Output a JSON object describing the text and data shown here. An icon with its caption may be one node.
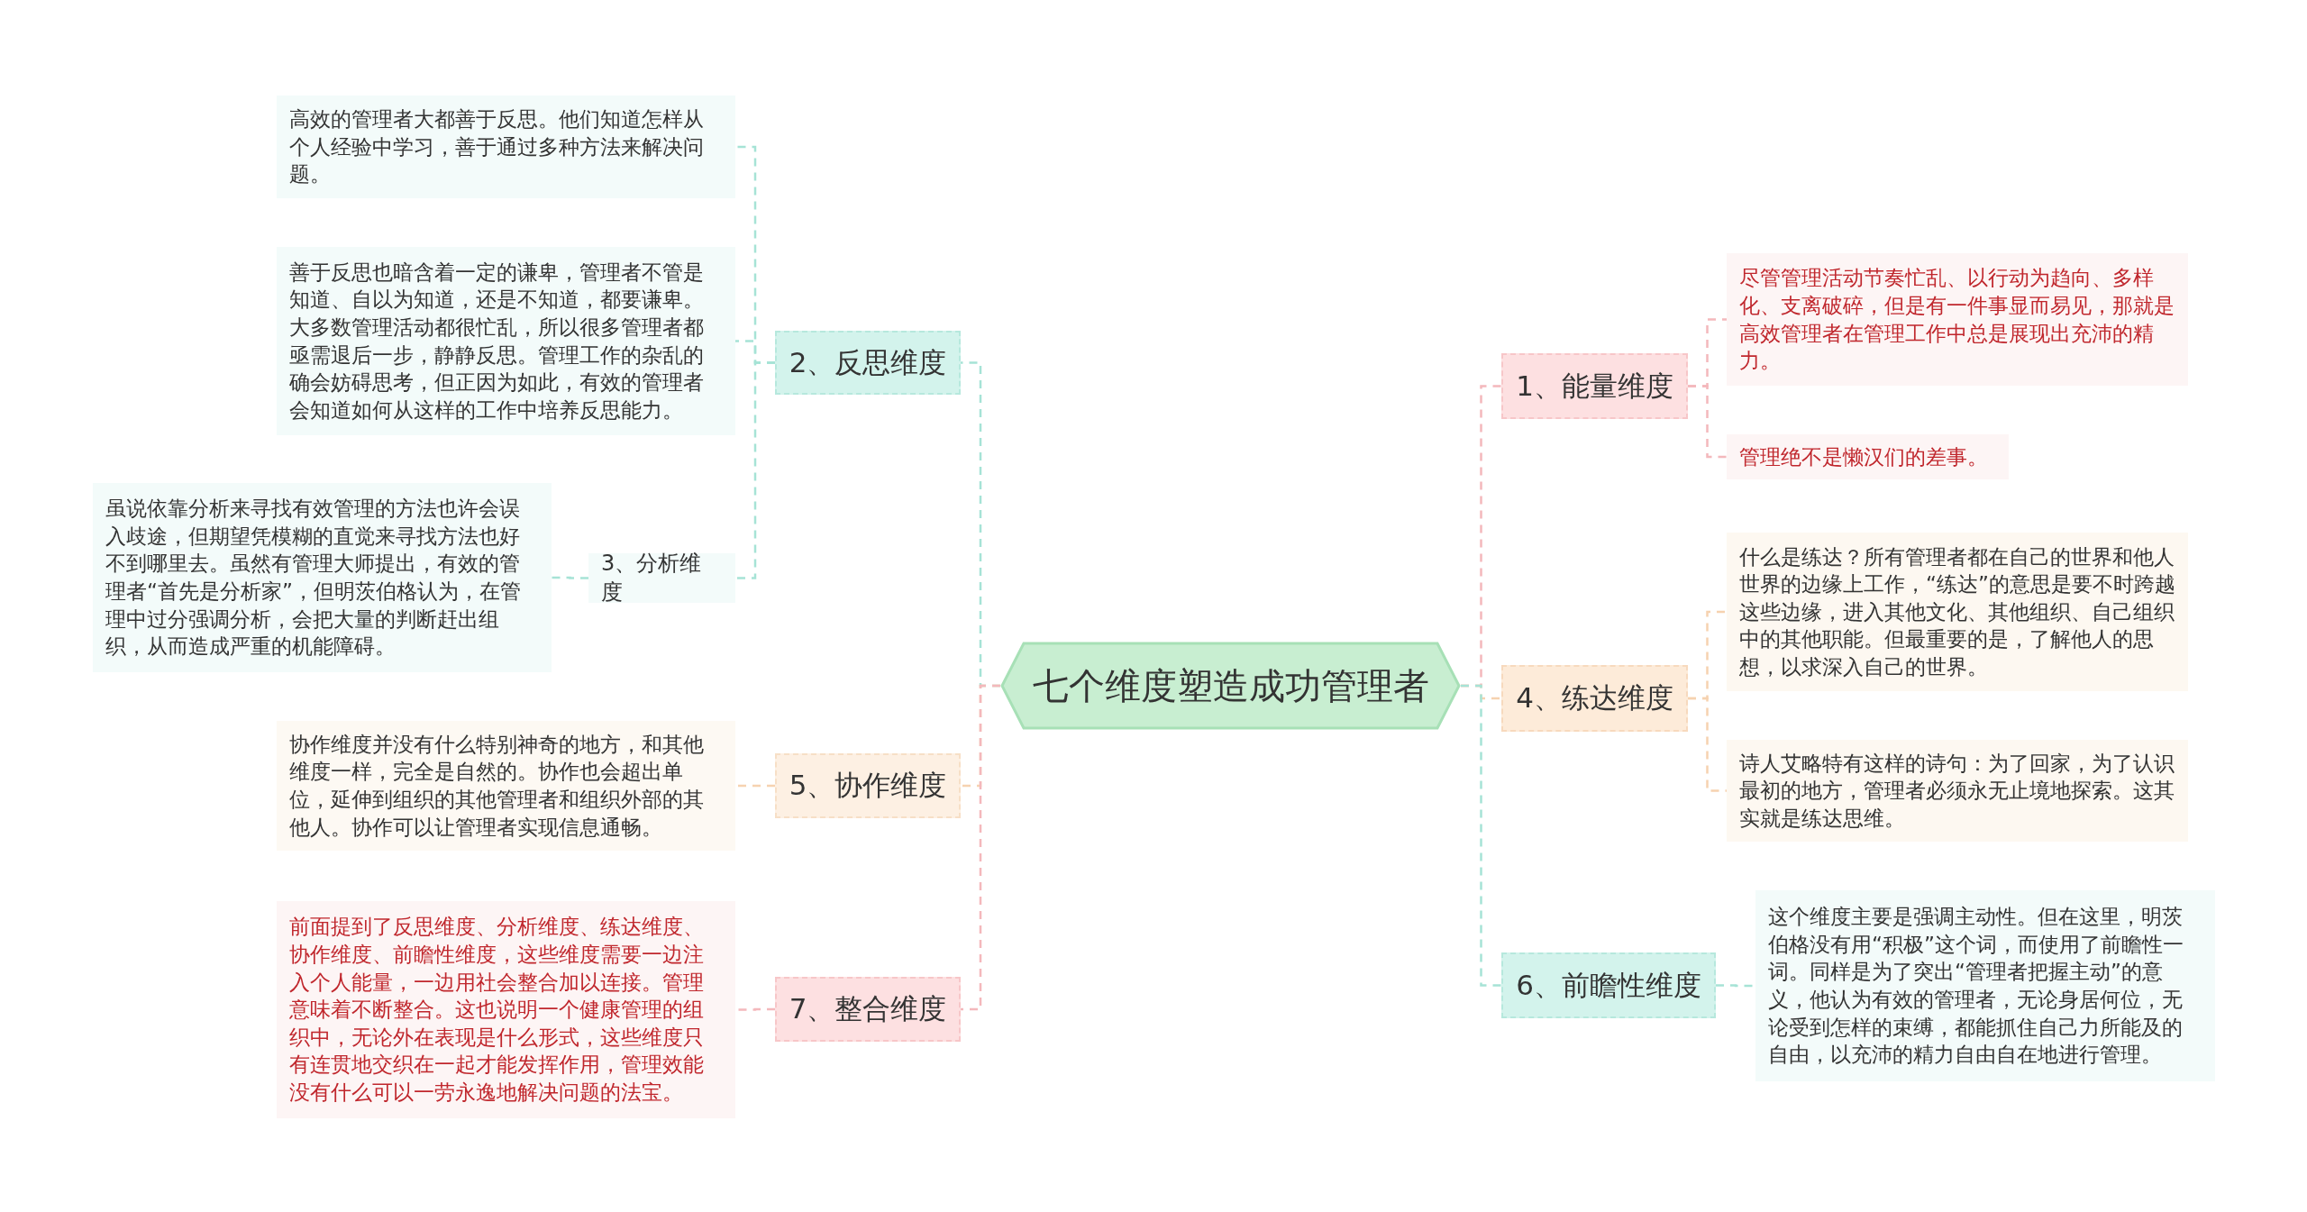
{
  "diagram": {
    "nodes": [
      {
        "text": [
          "七个维度塑造成功管理者"
        ]
      },
      {
        "text": [
          "1、能量维度"
        ]
      },
      {
        "text": [
          "尽管管理活动节奏忙乱、以行动为趋向、多样化、支离破碎，但是有一件事显而易见，那就是高效管理者在管理工作中总是展现出充沛的精力。"
        ]
      },
      {
        "text": [
          "管理绝不是懒汉们的差事。"
        ]
      },
      {
        "text": [
          "2、反思维度"
        ]
      },
      {
        "text": [
          "高效的管理者大都善于反思。他们知道怎样从个人经验中学习，善于通过多种方法来解决问题。"
        ]
      },
      {
        "text": [
          "善于反思也暗含着一定的谦卑，管理者不管是知道、自以为知道，还是不知道，都要谦卑。大多数管理活动都很忙乱，所以很多管理者都亟需退后一步，静静反思。管理工作的杂乱的确会妨碍思考，但正因为如此，有效的管理者会知道如何从这样的工作中培养反思能力。"
        ]
      },
      {
        "text": [
          "3、分析维度"
        ]
      },
      {
        "text": [
          "虽说依靠分析来寻找有效管理的方法也许会误入歧途，但期望凭模糊的直觉来寻找方法也好不到哪里去。虽然有管理大师提出，有效的管理者“首先是分析家”，但明茨伯格认为，在管理中过分强调分析，会把大量的判断赶出组织，从而造成严重的机能障碍。"
        ]
      },
      {
        "text": [
          "4、练达维度"
        ]
      },
      {
        "text": [
          "什么是练达？所有管理者都在自己的世界和他人世界的边缘上工作，“练达”的意思是要不时跨越这些边缘，进入其他文化、其他组织、自己组织中的其他职能。但最重要的是，了解他人的思想，以求深入自己的世界。"
        ]
      },
      {
        "text": [
          "诗人艾略特有这样的诗句：为了回家，为了认识最初的地方，管理者必须永无止境地探索。这其实就是练达思维。"
        ]
      },
      {
        "text": [
          "5、协作维度"
        ]
      },
      {
        "text": [
          "协作维度并没有什么特别神奇的地方，和其他维度一样，完全是自然的。协作也会超出单位，延伸到组织的其他管理者和组织外部的其他人。协作可以让管理者实现信息通畅。"
        ]
      },
      {
        "text": [
          "6、前瞻性维度"
        ]
      },
      {
        "text": [
          "这个维度主要是强调主动性。但在这里，明茨伯格没有用“积极”这个词，而使用了前瞻性一词。同样是为了突出“管理者把握主动”的意义，他认为有效的管理者，无论身居何位，无论受到怎样的束缚，都能抓住自己力所能及的自由，以充沛的精力自由自在地进行管理。"
        ]
      },
      {
        "text": [
          "7、整合维度"
        ]
      },
      {
        "text": [
          "前面提到了反思维度、分析维度、练达维度、协作维度、前瞻性维度，这些维度需要一边注入个人能量，一边用社会整合加以连接。管理意味着不断整合。这也说明一个健康管理的组织中，无论外在表现是什么形式，这些维度只有连贯地交织在一起才能发挥作用，管理效能没有什么可以一劳永逸地解决问题的法宝。"
        ]
      }
    ],
    "edges": [
      {
        "from": 0,
        "to": 1,
        "arrow": "none",
        "style": "dashed",
        "color": "#f4b8bc"
      },
      {
        "from": 1,
        "to": 2,
        "arrow": "none",
        "style": "dashed",
        "color": "#f4b8bc"
      },
      {
        "from": 1,
        "to": 3,
        "arrow": "none",
        "style": "dashed",
        "color": "#f4b8bc"
      },
      {
        "from": 0,
        "to": 4,
        "arrow": "none",
        "style": "dashed"
      },
      {
        "from": 4,
        "to": 5,
        "arrow": "none",
        "style": "dashed"
      },
      {
        "from": 4,
        "to": 6,
        "arrow": "none",
        "style": "dashed"
      },
      {
        "from": 4,
        "to": 7,
        "arrow": "none",
        "style": "dashed"
      },
      {
        "from": 7,
        "to": 8,
        "arrow": "none",
        "style": "dashed"
      },
      {
        "from": 0,
        "to": 9,
        "arrow": "none",
        "style": "dashed",
        "color": "#f6d2b0"
      },
      {
        "from": 9,
        "to": 10,
        "arrow": "none",
        "style": "dashed",
        "color": "#f6d2b0"
      },
      {
        "from": 9,
        "to": 11,
        "arrow": "none",
        "style": "dashed",
        "color": "#f6d2b0"
      },
      {
        "from": 0,
        "to": 12,
        "arrow": "none",
        "style": "dashed",
        "color": "#f6d2b0"
      },
      {
        "from": 12,
        "to": 13,
        "arrow": "none",
        "style": "dashed",
        "color": "#f6d2b0"
      },
      {
        "from": 0,
        "to": 14,
        "arrow": "none",
        "style": "dashed"
      },
      {
        "from": 14,
        "to": 15,
        "arrow": "none",
        "style": "dashed"
      },
      {
        "from": 0,
        "to": 16,
        "arrow": "none",
        "style": "dashed",
        "color": "#f4b8bc"
      },
      {
        "from": 16,
        "to": 17,
        "arrow": "none",
        "style": "dashed",
        "color": "#f4b8bc"
      }
    ]
  }
}
